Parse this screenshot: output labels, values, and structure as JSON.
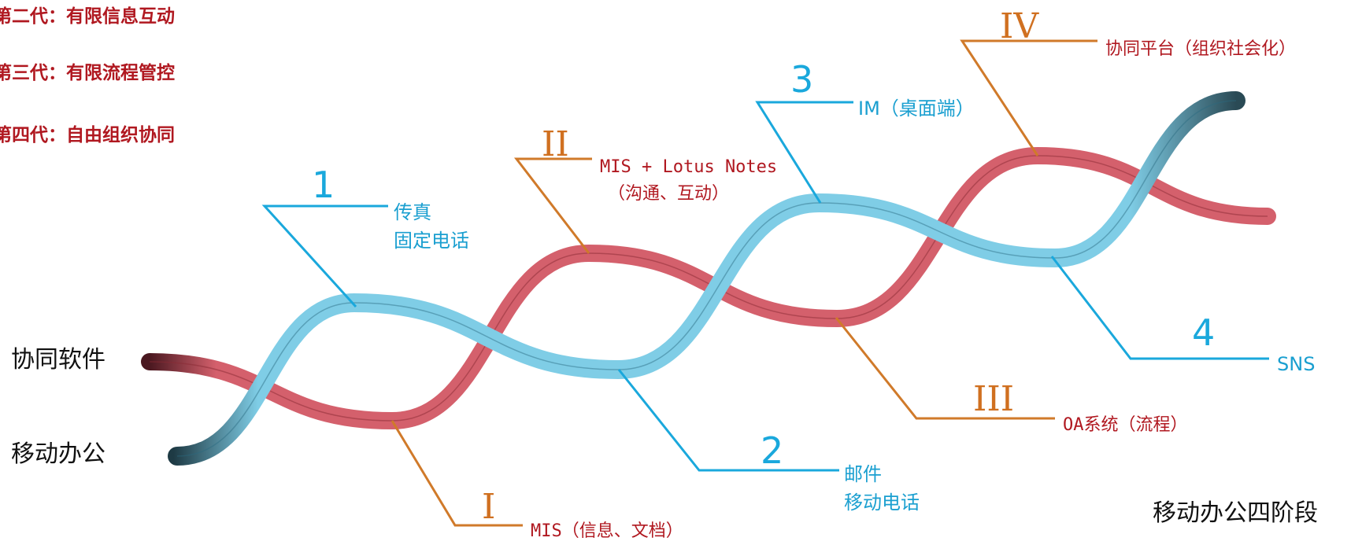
{
  "legend": [
    "第二代：有限信息互动",
    "第三代：有限流程管控",
    "第四代：自由组织协同"
  ],
  "strands": {
    "top_label": "协同软件",
    "bottom_label": "移动办公",
    "red_color": "#d4606c",
    "blue_color": "#7fcde6"
  },
  "blue_milestones": [
    {
      "number": "1",
      "lines": [
        "传真",
        "固定电话"
      ]
    },
    {
      "number": "2",
      "lines": [
        "邮件",
        "移动电话"
      ]
    },
    {
      "number": "3",
      "lines": [
        "IM（桌面端）"
      ]
    },
    {
      "number": "4",
      "lines": [
        "SNS"
      ]
    }
  ],
  "red_milestones": [
    {
      "numeral": "I",
      "lines": [
        "MIS（信息、文档）"
      ]
    },
    {
      "numeral": "II",
      "lines": [
        "MIS + Lotus Notes",
        "（沟通、互动）"
      ]
    },
    {
      "numeral": "III",
      "lines": [
        "OA系统（流程）"
      ]
    },
    {
      "numeral": "IV",
      "lines": [
        "协同平台（组织社会化）"
      ]
    }
  ],
  "caption": "移动办公四阶段",
  "colors": {
    "blue_line": "#1aa8dc",
    "orange_line": "#d07a2a",
    "red_text": "#b01820"
  }
}
